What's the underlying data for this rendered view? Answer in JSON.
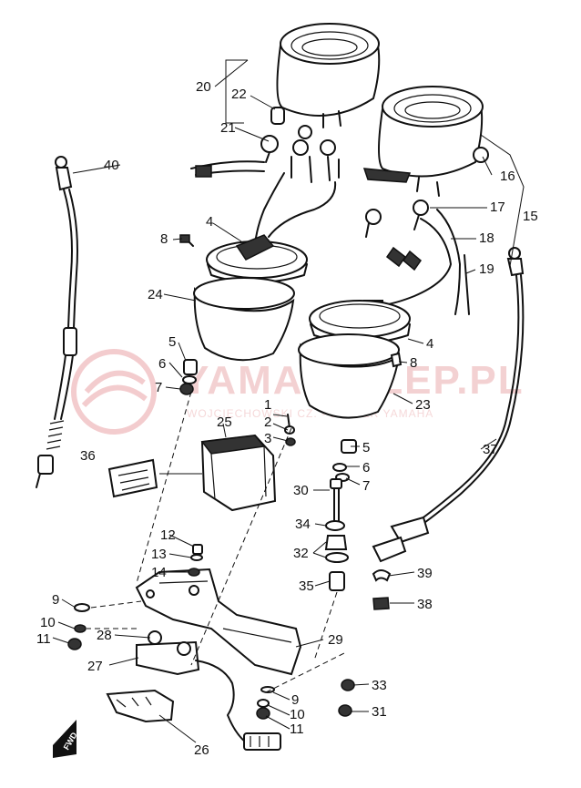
{
  "watermark": {
    "title": "YAMA-SKLEP.PL",
    "subtitle": "WOJCIECHOWSKI CZ. - DEALER YAMAHA",
    "color": "#e8a0a4"
  },
  "callouts": {
    "c1": "1",
    "c2": "2",
    "c3": "3",
    "c4a": "4",
    "c4b": "4",
    "c5a": "5",
    "c5b": "5",
    "c6a": "6",
    "c6b": "6",
    "c7a": "7",
    "c7b": "7",
    "c8a": "8",
    "c8b": "8",
    "c9a": "9",
    "c9b": "9",
    "c10a": "10",
    "c10b": "10",
    "c11a": "11",
    "c11b": "11",
    "c12": "12",
    "c13": "13",
    "c14": "14",
    "c15": "15",
    "c16": "16",
    "c17": "17",
    "c18": "18",
    "c19": "19",
    "c20": "20",
    "c21": "21",
    "c22": "22",
    "c23": "23",
    "c24": "24",
    "c25": "25",
    "c26": "26",
    "c27": "27",
    "c28": "28",
    "c29": "29",
    "c30": "30",
    "c31": "31",
    "c32": "32",
    "c33": "33",
    "c34": "34",
    "c35": "35",
    "c36": "36",
    "c37": "37",
    "c38": "38",
    "c39": "39",
    "c40": "40"
  },
  "front_badge": "FWD"
}
